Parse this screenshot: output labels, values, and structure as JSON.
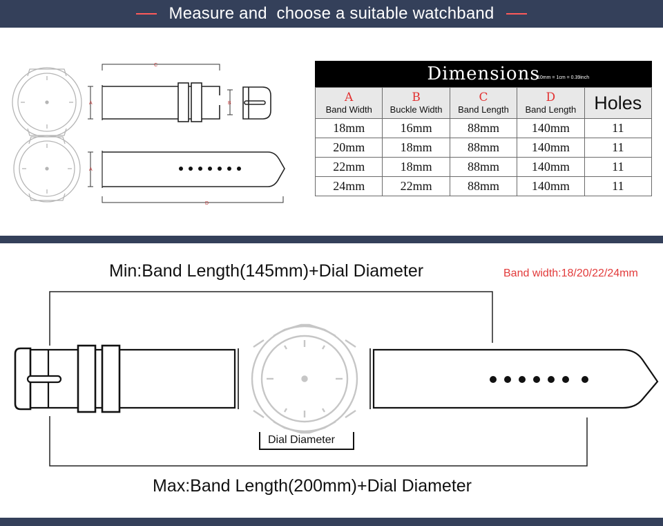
{
  "header": {
    "title": "Measure and  choose a suitable watchband",
    "accent_color": "#ff5a5a",
    "bar_color": "#34405a"
  },
  "top_diagram": {
    "letters": {
      "a1": "A",
      "b": "B",
      "c": "C",
      "a2": "A",
      "d": "D"
    },
    "icons": [
      "watch-face-icon",
      "watch-strap-icon",
      "buckle-icon"
    ]
  },
  "dimensions_table": {
    "title": "Dimensions",
    "note": "10mm = 1cm = 0.39inch",
    "columns": [
      {
        "letter": "A",
        "label": "Band Width"
      },
      {
        "letter": "B",
        "label": "Buckle Width"
      },
      {
        "letter": "C",
        "label": "Band Length"
      },
      {
        "letter": "D",
        "label": "Band Length"
      },
      {
        "letter": "",
        "label": "Holes"
      }
    ],
    "rows": [
      [
        "18mm",
        "16mm",
        "88mm",
        "140mm",
        "11"
      ],
      [
        "20mm",
        "18mm",
        "88mm",
        "140mm",
        "11"
      ],
      [
        "22mm",
        "18mm",
        "88mm",
        "140mm",
        "11"
      ],
      [
        "24mm",
        "22mm",
        "88mm",
        "140mm",
        "11"
      ]
    ]
  },
  "bottom_section": {
    "min_label": "Min:Band Length(145mm)+Dial Diameter",
    "width_label": "Band width:18/20/22/24mm",
    "width_label_color": "#e23a3a",
    "dial_label": "Dial Diameter",
    "max_label": "Max:Band Length(200mm)+Dial Diameter"
  }
}
